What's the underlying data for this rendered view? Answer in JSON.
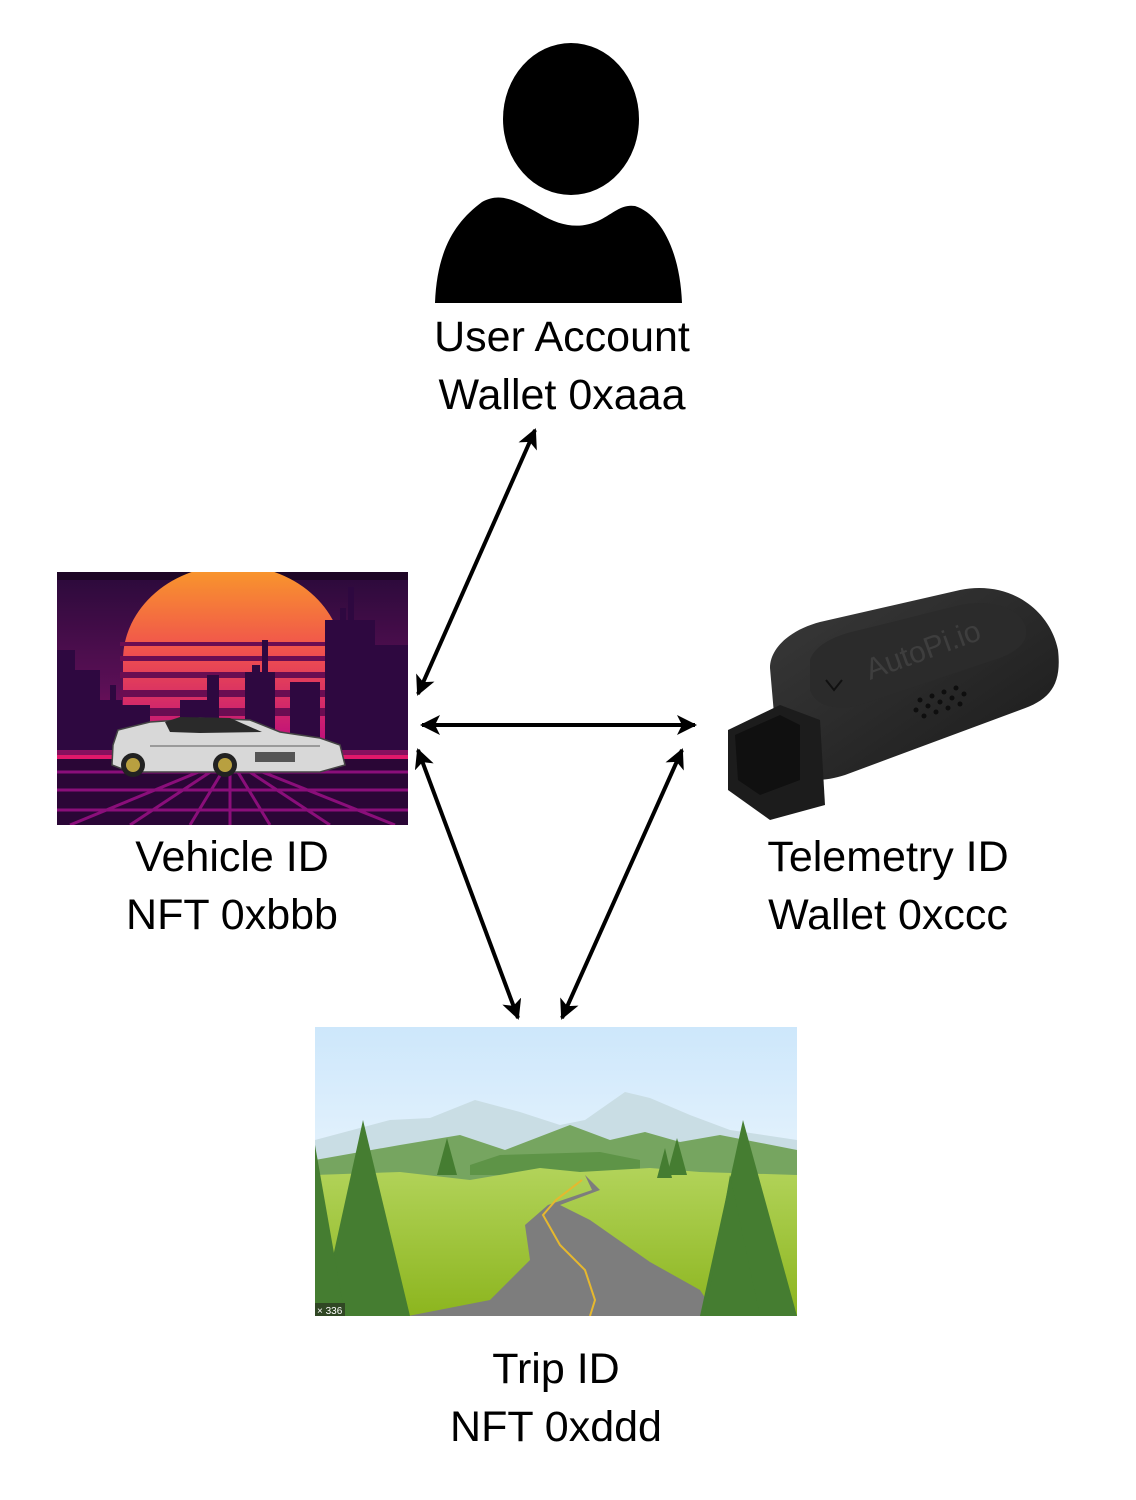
{
  "diagram": {
    "type": "entity-relationship",
    "nodes": [
      {
        "id": "user",
        "icon": "person-silhouette-icon",
        "title": "User Account",
        "subtitle": "Wallet 0xaaa"
      },
      {
        "id": "vehicle",
        "icon": "synthwave-car-image",
        "title": "Vehicle ID",
        "subtitle": "NFT 0xbbb"
      },
      {
        "id": "telemetry",
        "icon": "autopi-obd-device-image",
        "device_brand": "AutoPi.io",
        "title": "Telemetry ID",
        "subtitle": "Wallet 0xccc"
      },
      {
        "id": "trip",
        "icon": "road-landscape-image",
        "image_overlay_text": "× 336",
        "title": "Trip ID",
        "subtitle": "NFT 0xddd"
      }
    ],
    "edges": [
      {
        "from": "user",
        "to": "vehicle",
        "style": "bidirectional"
      },
      {
        "from": "vehicle",
        "to": "telemetry",
        "style": "bidirectional"
      },
      {
        "from": "vehicle",
        "to": "trip",
        "style": "bidirectional"
      },
      {
        "from": "telemetry",
        "to": "trip",
        "style": "bidirectional"
      }
    ]
  }
}
